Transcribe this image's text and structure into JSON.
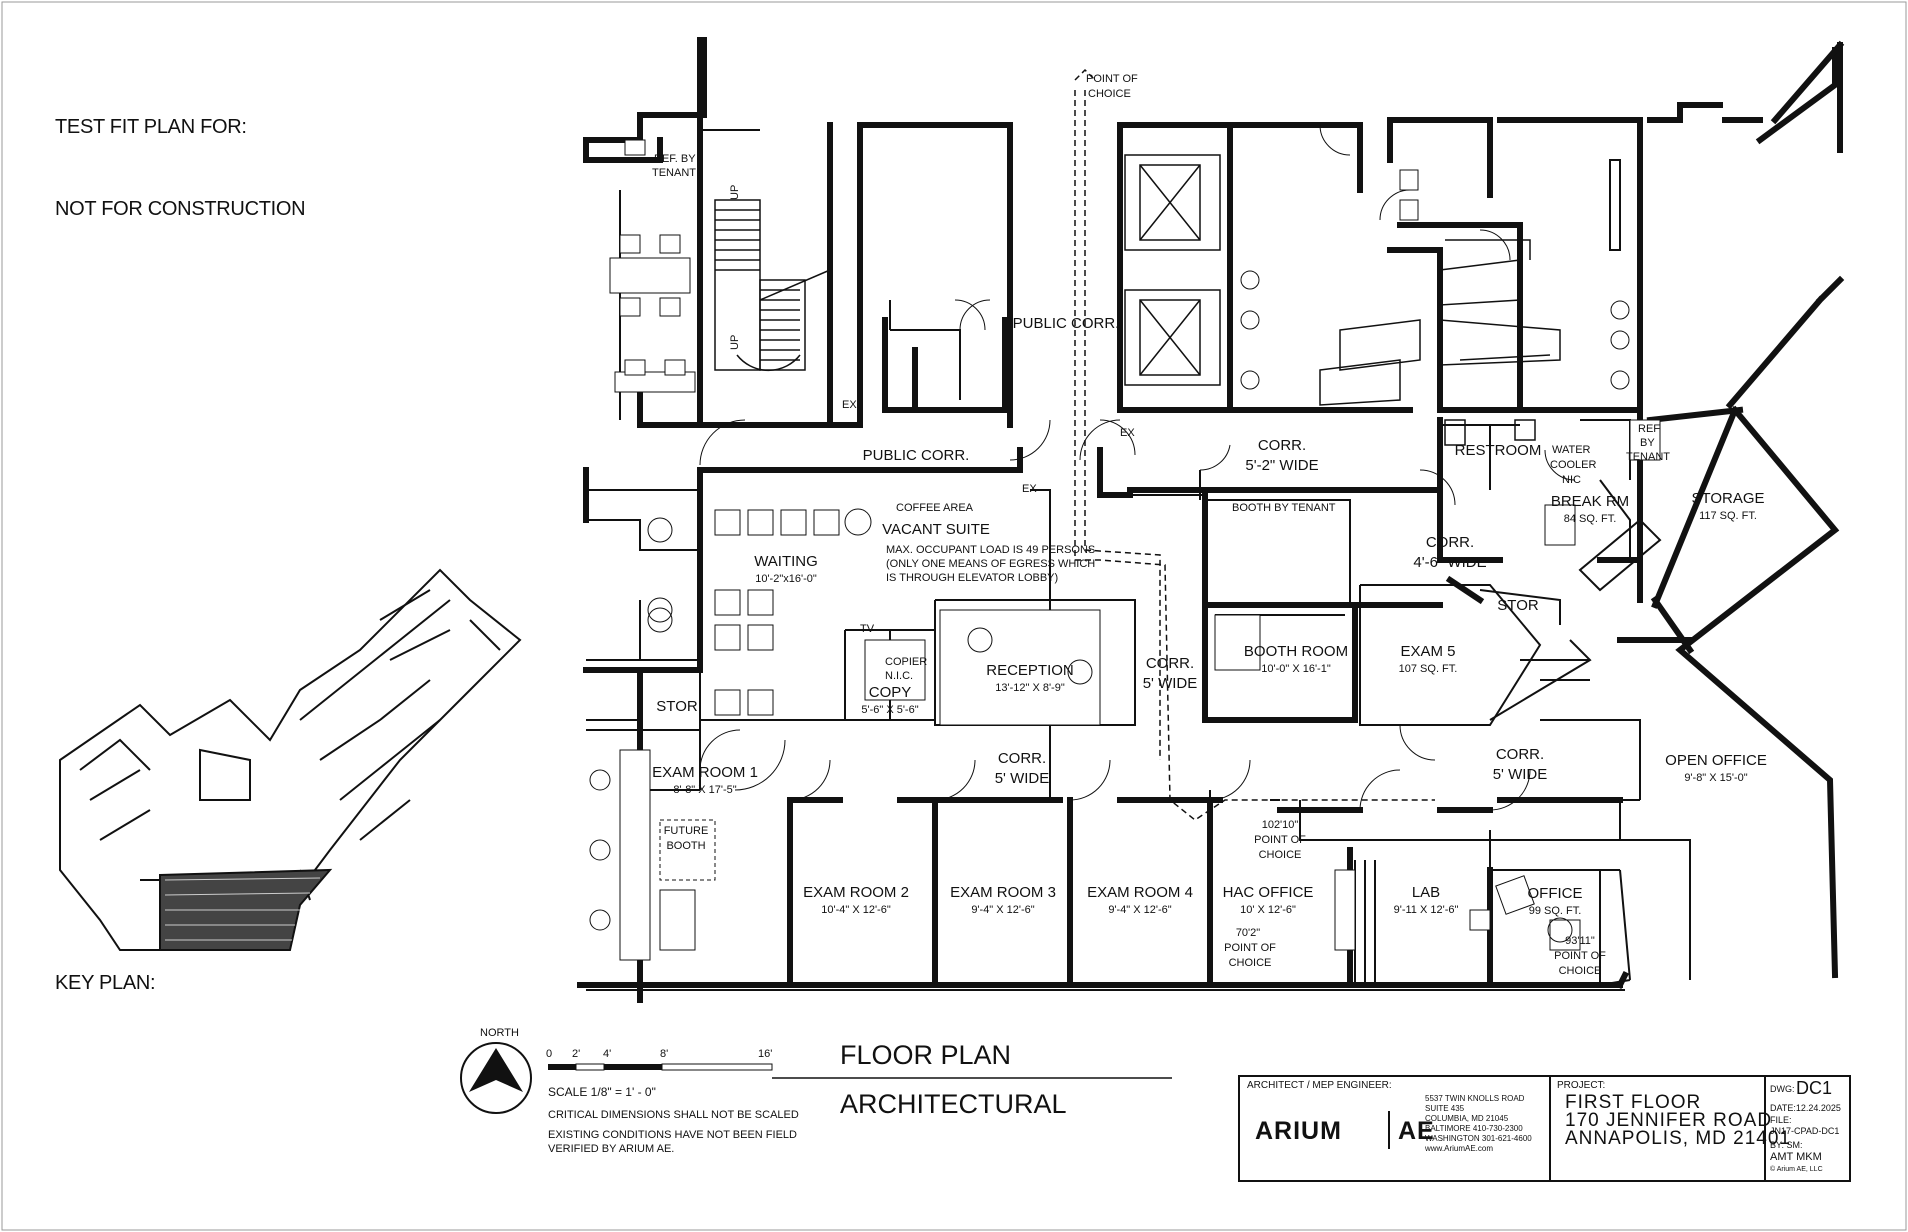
{
  "header": {
    "test_fit": "TEST FIT PLAN FOR:",
    "not_for_construction": "NOT FOR CONSTRUCTION",
    "key_plan": "KEY PLAN:"
  },
  "rooms": {
    "ref_by_tenant_1": [
      "REF. BY",
      "TENANT"
    ],
    "point_of_choice_top": [
      "POINT OF",
      "CHOICE"
    ],
    "public_corr_1": "PUBLIC CORR.",
    "public_corr_2": "PUBLIC CORR.",
    "ex_1": "EX",
    "ex_2": "EX",
    "ex_3": "EX",
    "up_1": "UP",
    "up_2": "UP",
    "corr_a": "CORR.",
    "corr_a_dim": "5'-2\" WIDE",
    "restroom": "RESTROOM",
    "water_cooler": [
      "WATER",
      "COOLER",
      "NIC"
    ],
    "ref_by_tenant_2": [
      "REF",
      "BY",
      "TENANT"
    ],
    "break_rm": "BREAK RM",
    "break_rm_dim": "84 SQ. FT.",
    "storage": "STORAGE",
    "storage_dim": "117 SQ. FT.",
    "coffee_area": "COFFEE AREA",
    "vacant_suite": "VACANT SUITE",
    "occupant_note": [
      "MAX. OCCUPANT LOAD IS 49 PERSONS",
      "(ONLY ONE MEANS OF EGRESS WHICH",
      "IS THROUGH ELEVATOR LOBBY)"
    ],
    "booth_by_tenant": "BOOTH BY TENANT",
    "corr_b": "CORR.",
    "corr_b_dim": "4'-6\" WIDE",
    "waiting": "WAITING",
    "waiting_dim": "10'-2\"x16'-0\"",
    "tv": "TV",
    "copier": [
      "COPIER",
      "N.I.C."
    ],
    "copy": "COPY",
    "copy_dim": "5'-6\" X 5'-6\"",
    "reception": "RECEPTION",
    "reception_dim": "13'-12\" X 8'-9\"",
    "corr_c": "CORR.",
    "corr_c_dim": "5' WIDE",
    "booth_room": "BOOTH ROOM",
    "booth_room_dim": "10'-0\" X 16'-1\"",
    "exam5": "EXAM 5",
    "exam5_dim": "107 SQ. FT.",
    "stor_1": "STOR",
    "stor_2": "STOR",
    "exam1": "EXAM ROOM 1",
    "exam1_dim": "8'-8\" X 17'-5\"",
    "corr_d": "CORR.",
    "corr_d_dim": "5' WIDE",
    "corr_e": "CORR.",
    "corr_e_dim": "5' WIDE",
    "open_office": "OPEN OFFICE",
    "open_office_dim": "9'-8\" X 15'-0\"",
    "future_booth": [
      "FUTURE",
      "BOOTH"
    ],
    "point_of_choice_1": [
      "102'10\"",
      "POINT OF",
      "CHOICE"
    ],
    "exam2": "EXAM ROOM 2",
    "exam2_dim": "10'-4\" X 12'-6\"",
    "exam3": "EXAM ROOM 3",
    "exam3_dim": "9'-4\" X 12'-6\"",
    "exam4": "EXAM ROOM 4",
    "exam4_dim": "9'-4\" X 12'-6\"",
    "hac_office": "HAC OFFICE",
    "hac_office_dim": "10' X 12'-6\"",
    "lab": "LAB",
    "lab_dim": "9'-11 X 12'-6\"",
    "office": "OFFICE",
    "office_dim": "99 SQ. FT.",
    "point_of_choice_2": [
      "70'2\"",
      "POINT OF",
      "CHOICE"
    ],
    "point_of_choice_3": [
      "93'11\"",
      "POINT OF",
      "CHOICE"
    ]
  },
  "legend": {
    "north": "NORTH",
    "scale_ticks": [
      "0",
      "2'",
      "4'",
      "8'",
      "16'"
    ],
    "scale": "SCALE  1/8\" = 1' - 0\"",
    "critical": "CRITICAL DIMENSIONS SHALL NOT BE SCALED",
    "existing": [
      "EXISTING CONDITIONS HAVE NOT BEEN FIELD",
      "VERIFIED BY ARIUM AE."
    ],
    "floor_plan": "FLOOR PLAN",
    "architectural": "ARCHITECTURAL"
  },
  "title_block": {
    "architect_label": "ARCHITECT / MEP ENGINEER:",
    "logo_left": "ARIUM",
    "logo_right": "AE",
    "address": [
      "5537 TWIN KNOLLS ROAD",
      "SUITE 435",
      "COLUMBIA, MD 21045",
      "BALTIMORE 410-730-2300",
      "WASHINGTON 301-621-4600",
      "www.AriumAE.com"
    ],
    "project_label": "PROJECT:",
    "project": [
      "FIRST FLOOR",
      "170 JENNIFER ROAD",
      "ANNAPOLIS, MD 21401"
    ],
    "dwg_label": "DWG:",
    "dwg": "DC1",
    "date": "DATE:12.24.2025",
    "file_label": "FILE:",
    "file": "JN17-CPAD-DC1",
    "by": "BY:    SM:",
    "by_vals": "AMT  MKM",
    "copyright": "©      Arium AE, LLC"
  }
}
